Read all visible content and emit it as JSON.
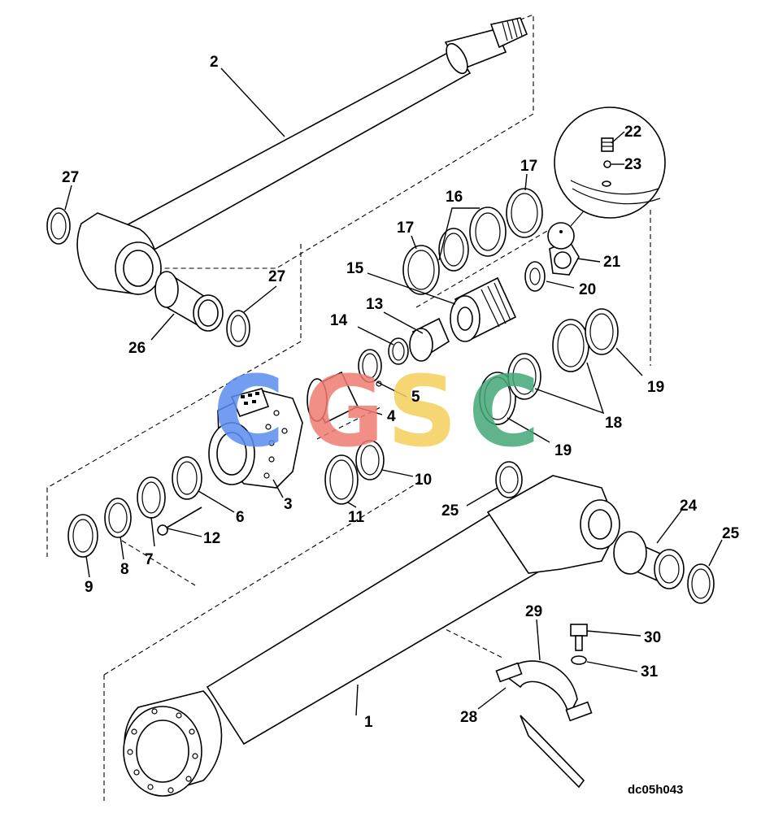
{
  "diagram": {
    "drawing_ref": "dc05h043",
    "watermark": {
      "text": "CGSC",
      "colors": [
        "#5b8def",
        "#ef7b72",
        "#f5cf5a",
        "#45a877"
      ]
    },
    "callouts": [
      "1",
      "2",
      "3",
      "4",
      "5",
      "6",
      "7",
      "8",
      "9",
      "10",
      "11",
      "12",
      "13",
      "14",
      "15",
      "16",
      "17",
      "17",
      "18",
      "19",
      "19",
      "20",
      "21",
      "22",
      "23",
      "24",
      "25",
      "25",
      "26",
      "27",
      "27",
      "28",
      "29",
      "30",
      "31"
    ]
  }
}
